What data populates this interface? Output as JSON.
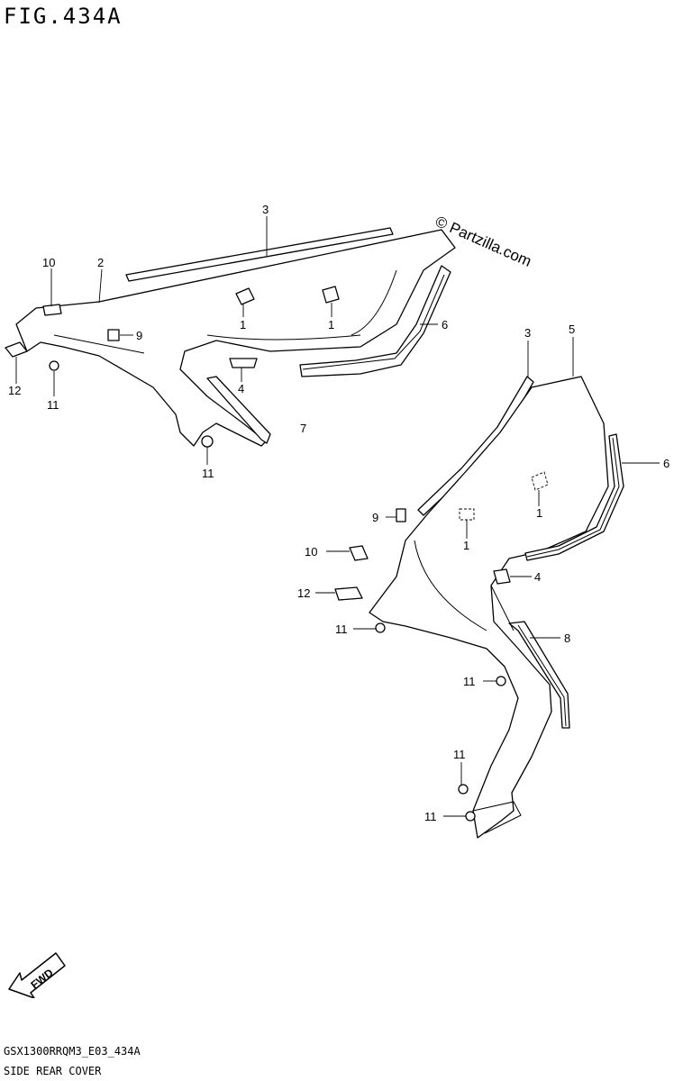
{
  "figure": {
    "title": "FIG.434A",
    "watermark": "© Partzilla.com",
    "fwd_label": "FWD",
    "drawing_code": "GSX1300RRQM3_E03_434A",
    "section_name": "SIDE REAR COVER"
  },
  "callouts": {
    "top_view": [
      "3",
      "2",
      "10",
      "9",
      "12",
      "11",
      "1",
      "1",
      "6",
      "4",
      "7",
      "11"
    ],
    "bottom_view": [
      "3",
      "5",
      "6",
      "9",
      "1",
      "1",
      "10",
      "12",
      "4",
      "11",
      "8",
      "11",
      "11",
      "11"
    ]
  }
}
